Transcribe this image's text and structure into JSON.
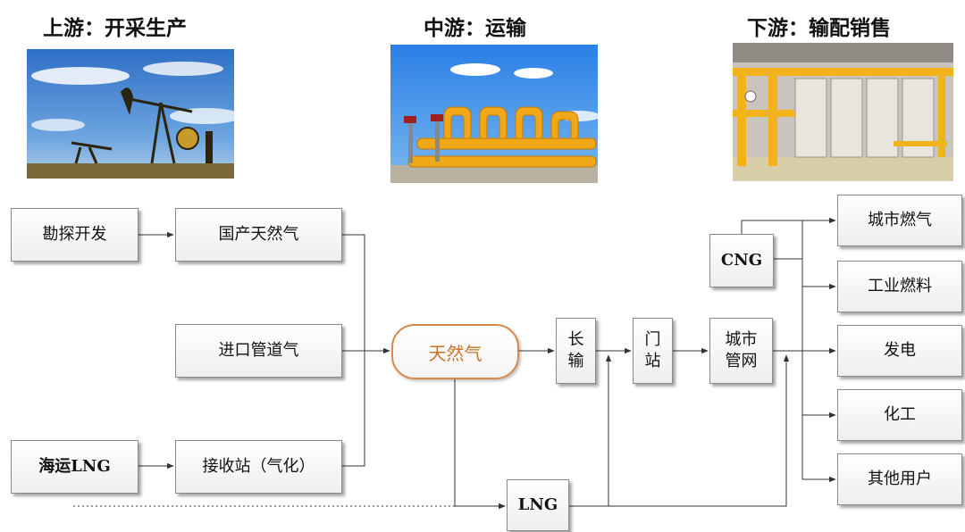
{
  "headers": {
    "upstream": "上游：开采生产",
    "midstream": "中游：运输",
    "downstream": "下游：输配销售"
  },
  "nodes": {
    "exploration": "勘探开发",
    "domestic_gas": "国产天然气",
    "pipeline_import": "进口管道气",
    "shipped_lng": "海运LNG",
    "receiving_station": "接收站（气化）",
    "natural_gas": "天然气",
    "long_distance": "长\n输",
    "gate_station": "门\n站",
    "city_network": "城市\n管网",
    "cng": "CNG",
    "lng": "LNG",
    "city_gas": "城市燃气",
    "industrial_fuel": "工业燃料",
    "power_generation": "发电",
    "chemical": "化工",
    "other_users": "其他用户"
  },
  "chart_data": {
    "type": "flowchart",
    "stages": [
      "上游：开采生产",
      "中游：运输",
      "下游：输配销售"
    ],
    "edges": [
      [
        "勘探开发",
        "国产天然气"
      ],
      [
        "海运LNG",
        "接收站（气化）"
      ],
      [
        "国产天然气",
        "天然气"
      ],
      [
        "进口管道气",
        "天然气"
      ],
      [
        "接收站（气化）",
        "天然气"
      ],
      [
        "天然气",
        "长输"
      ],
      [
        "长输",
        "门站"
      ],
      [
        "门站",
        "城市管网"
      ],
      [
        "天然气",
        "LNG"
      ],
      [
        "LNG",
        "长输"
      ],
      [
        "LNG",
        "城市管网"
      ],
      [
        "海运LNG",
        "LNG"
      ],
      [
        "城市管网",
        "城市燃气"
      ],
      [
        "城市管网",
        "工业燃料"
      ],
      [
        "城市管网",
        "发电"
      ],
      [
        "城市管网",
        "化工"
      ],
      [
        "城市管网",
        "其他用户"
      ],
      [
        "CNG",
        "城市燃气"
      ],
      [
        "CNG",
        "工业燃料"
      ]
    ]
  }
}
